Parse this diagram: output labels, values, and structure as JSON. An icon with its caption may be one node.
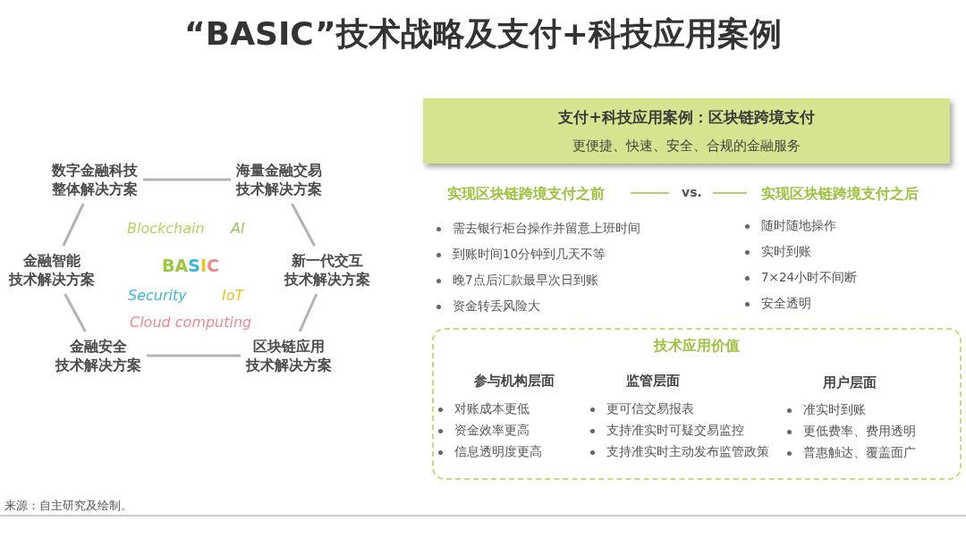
{
  "diagram": {
    "title": "“BASIC”技术战略及支付+科技应用案例",
    "nodes": [
      {
        "text": [
          "数字金融科技整体解决方案"
        ]
      },
      {
        "text": [
          "海量金融交易技术解决方案"
        ]
      },
      {
        "text": [
          "金融智能技术解决方案"
        ]
      },
      {
        "text": [
          "新一代交互技术解决方案"
        ]
      },
      {
        "text": [
          "金融安全技术解决方案"
        ]
      },
      {
        "text": [
          "区块链应用技术解决方案"
        ]
      },
      {
        "text": [
          "支付+科技应用案例：区块链跨境支付",
          "更便捷、快速、安全、合规的金融服务"
        ]
      },
      {
        "text": [
          "技术应用价值"
        ]
      }
    ],
    "edges": [
      {
        "from": 0,
        "to": 1,
        "arrow": "none"
      },
      {
        "from": 1,
        "to": 3,
        "arrow": "none"
      },
      {
        "from": 3,
        "to": 5,
        "arrow": "none"
      },
      {
        "from": 5,
        "to": 4,
        "arrow": "none"
      },
      {
        "from": 4,
        "to": 2,
        "arrow": "none"
      },
      {
        "from": 2,
        "to": 0,
        "arrow": "none"
      }
    ],
    "labels": [
      "Blockchain",
      "AI",
      "BASIC",
      "Security",
      "IoT",
      "Cloud computing",
      "实现区块链跨境支付之前",
      "vs.",
      "实现区块链跨境支付之后",
      "需去银行柜台操作并留意上班时间",
      "到账时间10分钟到几天不等",
      "晚7点后汇款最早次日到账",
      "资金转丢风险大",
      "随时随地操作",
      "实时到账",
      "7×24小时不间断",
      "安全透明",
      "参与机构层面",
      "监管层面",
      "用户层面",
      "对账成本更低",
      "更可信交易报表",
      "准实时到账",
      "资金效率更高",
      "支持准实时可疑交易监控",
      "更低费率、费用透明",
      "信息透明度更高",
      "支持准实时主动发布监管政策",
      "普惠触达、覆盖面广",
      "来源：自主研究及绘制。"
    ]
  }
}
